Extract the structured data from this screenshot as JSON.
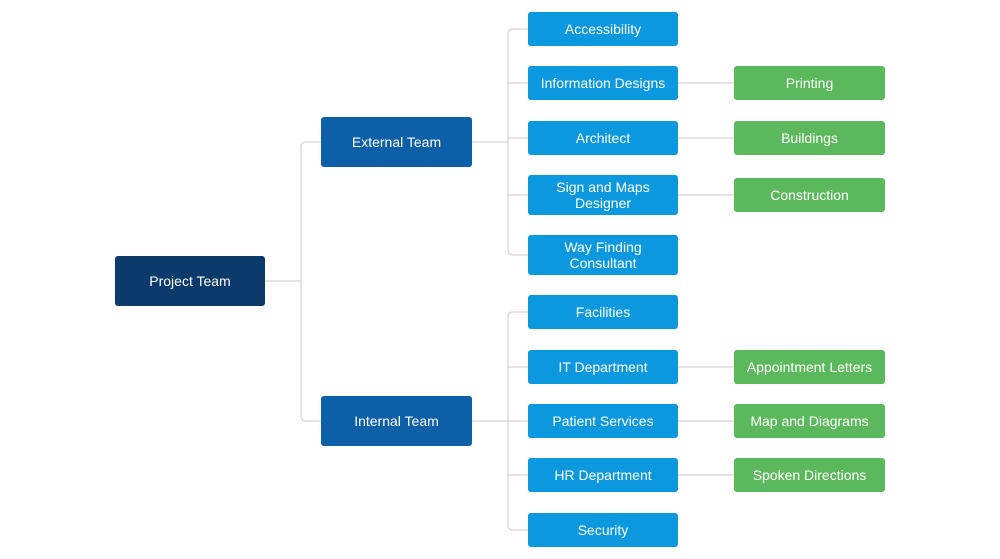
{
  "diagram": {
    "root": {
      "label": "Project Team"
    },
    "teams": [
      {
        "label": "External Team",
        "members": [
          {
            "label": "Accessibility"
          },
          {
            "label": "Information Designs",
            "child": "Printing"
          },
          {
            "label": "Architect",
            "child": "Buildings"
          },
          {
            "label": "Sign and Maps Designer",
            "child": "Construction"
          },
          {
            "label": "Way Finding Consultant"
          }
        ]
      },
      {
        "label": "Internal Team",
        "members": [
          {
            "label": "Facilities"
          },
          {
            "label": "IT Department",
            "child": "Appointment Letters"
          },
          {
            "label": "Patient Services",
            "child": "Map and Diagrams"
          },
          {
            "label": "HR Department",
            "child": "Spoken Directions"
          },
          {
            "label": "Security"
          }
        ]
      }
    ],
    "colors": {
      "root": "#0c3a6b",
      "team": "#0d5fa8",
      "member": "#0b98de",
      "child": "#5cb85c",
      "connector": "#cccccc"
    }
  }
}
